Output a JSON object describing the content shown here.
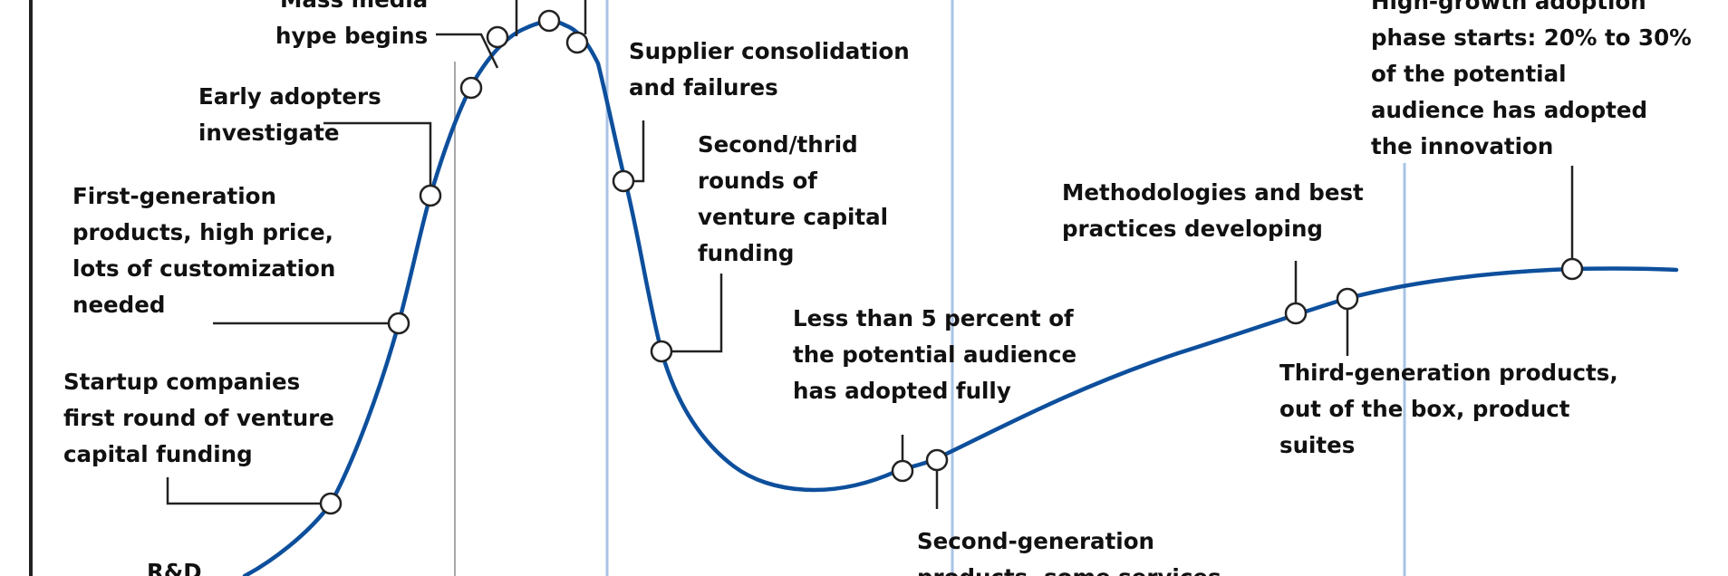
{
  "colors": {
    "curve": "#0d4f9c",
    "leader": "#222222",
    "marker_fill": "#ffffff",
    "phase_divider_gray": "#a8a8a8",
    "phase_divider_blue": "#a9c3e6",
    "left_axis": "#222222"
  },
  "annotations": [
    {
      "id": "partial-top-label",
      "lines": [
        "Mass media",
        "hype begins"
      ]
    },
    {
      "id": "early-adopters",
      "lines": [
        "Early adopters",
        "investigate"
      ]
    },
    {
      "id": "first-generation",
      "lines": [
        "First-generation",
        "products, high price,",
        "lots of customization",
        "needed"
      ]
    },
    {
      "id": "startup-companies",
      "lines": [
        "Startup companies",
        "first round of venture",
        "capital funding"
      ]
    },
    {
      "id": "supplier-consolidation",
      "lines": [
        "Supplier consolidation",
        "and failures"
      ]
    },
    {
      "id": "second-third-rounds",
      "lines": [
        "Second/thrid",
        "rounds of",
        "venture capital",
        "funding"
      ]
    },
    {
      "id": "less-than-5-percent",
      "lines": [
        "Less than 5 percent of",
        "the potential audience",
        "has adopted fully"
      ]
    },
    {
      "id": "second-generation",
      "lines": [
        "Second-generation",
        "products, some services"
      ]
    },
    {
      "id": "methodologies",
      "lines": [
        "Methodologies and best",
        "practices developing"
      ]
    },
    {
      "id": "high-growth",
      "lines": [
        "High-growth adoption",
        "phase starts: 20% to 30%",
        "of the potential",
        "audience has adopted",
        "the innovation"
      ]
    },
    {
      "id": "third-generation",
      "lines": [
        "Third-generation products,",
        "out of the box, product",
        "suites"
      ]
    }
  ],
  "partial_bottom_left_text": "R&D"
}
